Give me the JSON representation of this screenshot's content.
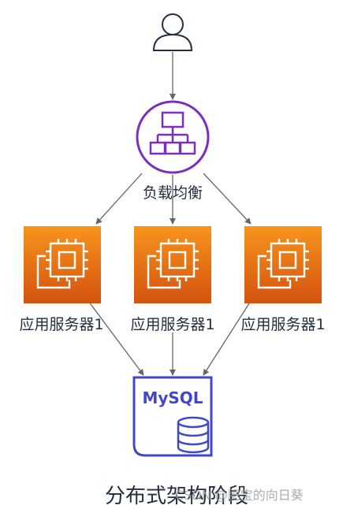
{
  "diagram": {
    "nodes": {
      "user": {
        "icon": "user-icon"
      },
      "load_balancer": {
        "label": "负载均衡",
        "icon": "load-balancer-icon",
        "color": "#7b2fbe"
      },
      "servers": [
        {
          "label": "应用服务器1",
          "icon": "ec2-instance-icon"
        },
        {
          "label": "应用服务器1",
          "icon": "ec2-instance-icon"
        },
        {
          "label": "应用服务器1",
          "icon": "ec2-instance-icon"
        }
      ],
      "database": {
        "label": "MySQL",
        "icon": "database-icon",
        "color": "#3f48cc"
      }
    },
    "caption": "分布式架构阶段",
    "watermark": "CSDN @肥宝的向日葵",
    "colors": {
      "server_gradient_top": "#f7941d",
      "server_gradient_bottom": "#d4520e",
      "arrow": "#666666",
      "text": "#232f3e"
    }
  }
}
